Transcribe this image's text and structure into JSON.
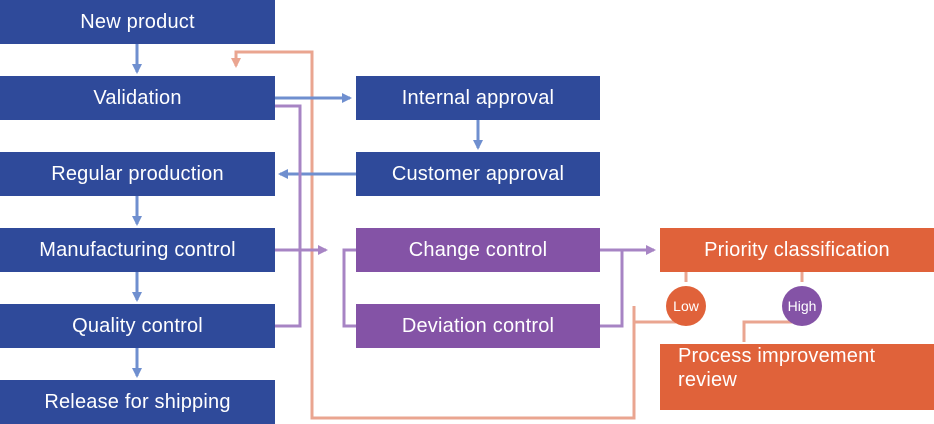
{
  "nodes": {
    "new_product": "New product",
    "validation": "Validation",
    "regular_production": "Regular production",
    "manufacturing_control": "Manufacturing control",
    "quality_control": "Quality control",
    "release_for_shipping": "Release for shipping",
    "internal_approval": "Internal approval",
    "customer_approval": "Customer approval",
    "change_control": "Change control",
    "deviation_control": "Deviation control",
    "priority_classification": "Priority classification",
    "process_improvement_review_line1": "Process improvement",
    "process_improvement_review_line2": "review"
  },
  "priority_levels": {
    "low": "Low",
    "high": "High"
  },
  "colors": {
    "main_flow": "#2f4a9a",
    "control": "#8453a6",
    "priority": "#e0623a",
    "blue_connector": "#6f8fcf",
    "purple_connector": "#a784c4",
    "orange_connector": "#eaa590"
  }
}
